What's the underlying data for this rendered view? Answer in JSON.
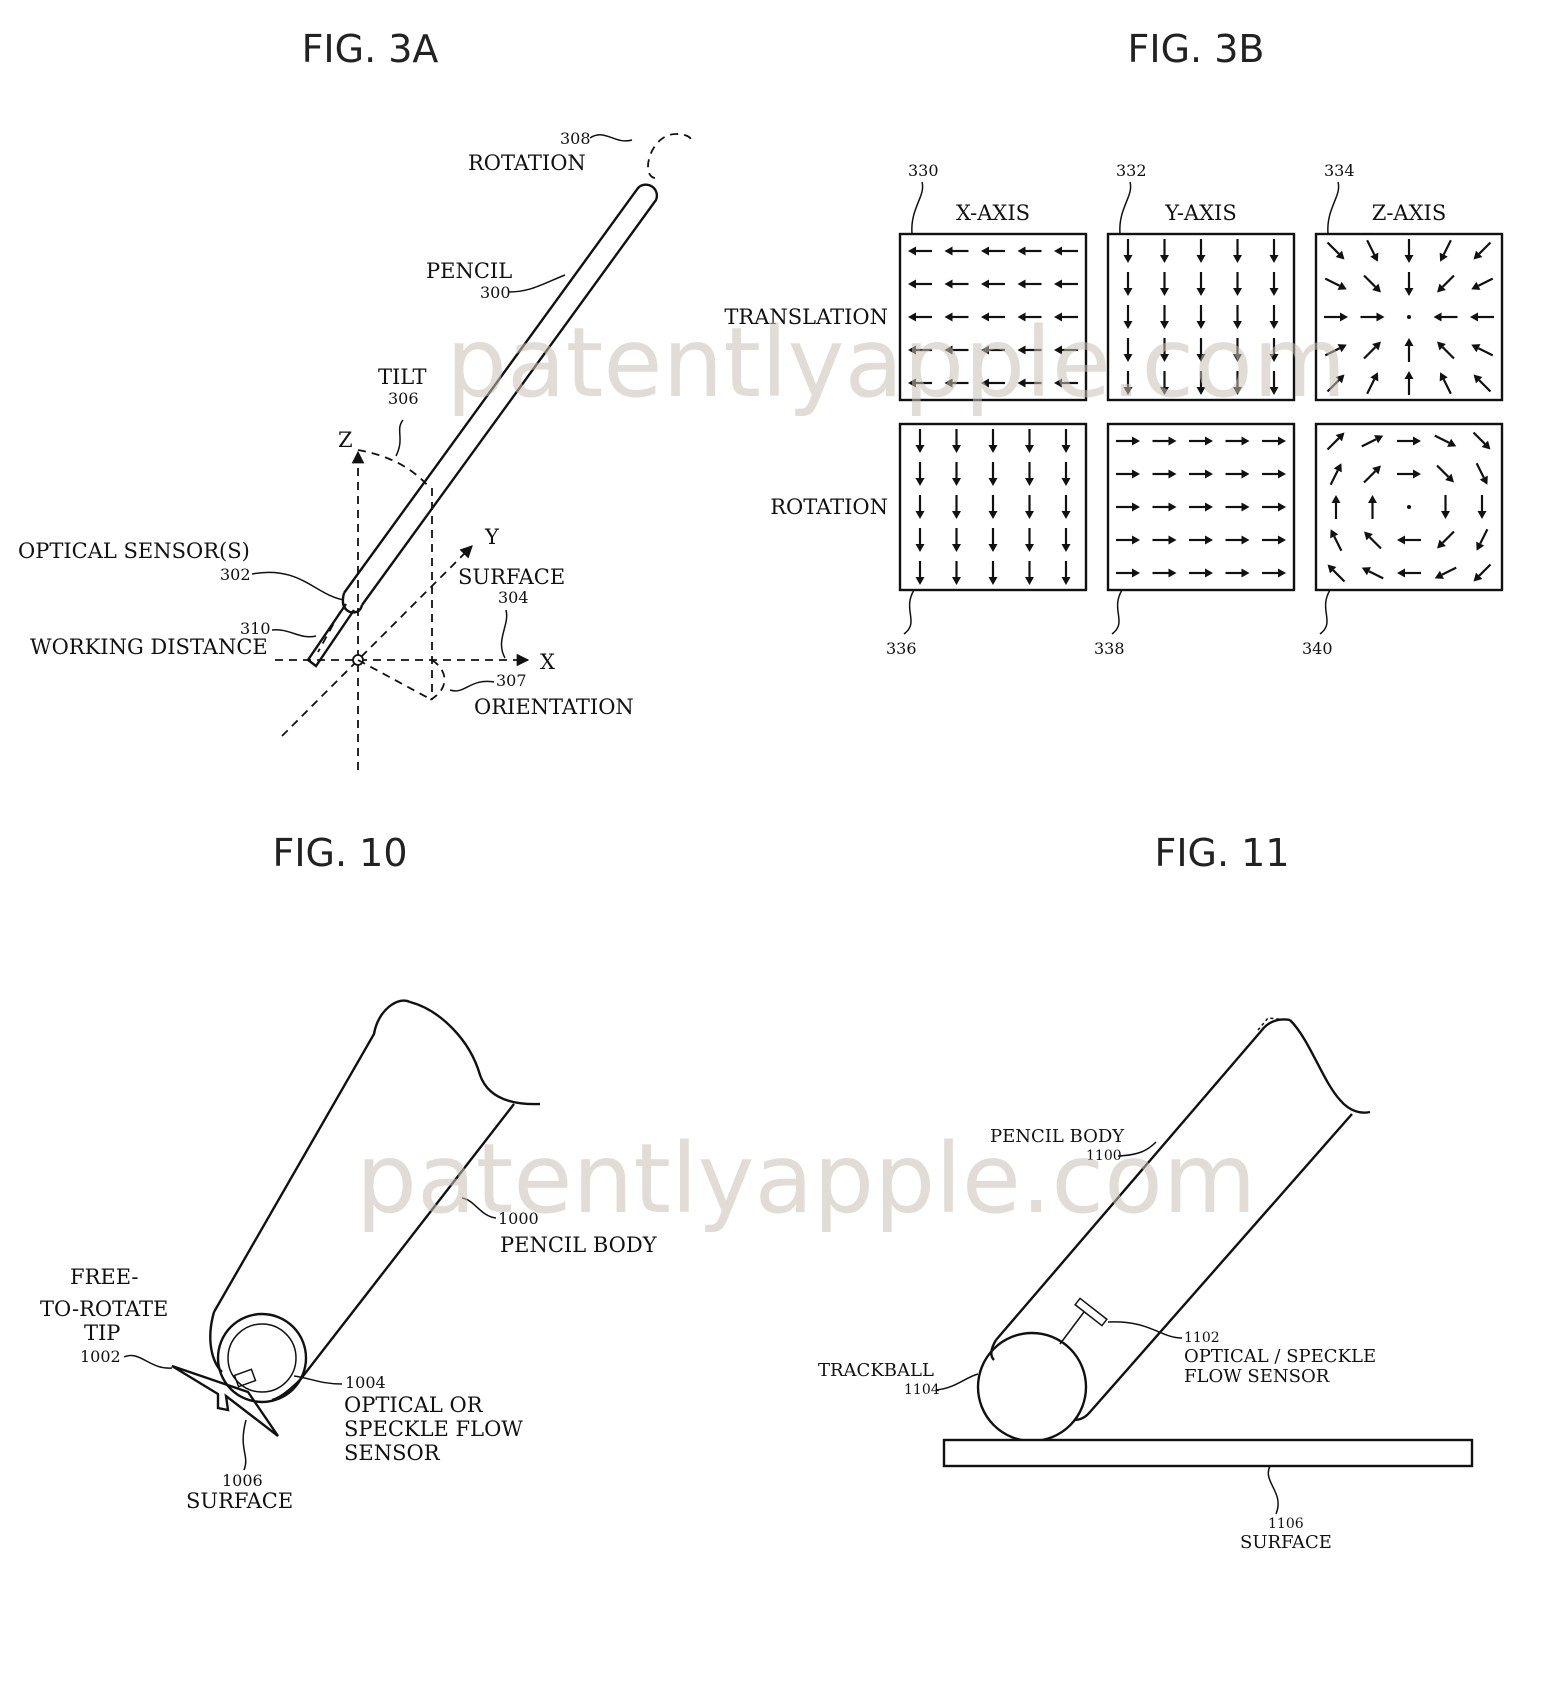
{
  "figures": {
    "fig3a": {
      "title": "FIG. 3A",
      "labels": {
        "rotation_num": "308",
        "rotation": "ROTATION",
        "pencil": "PENCIL",
        "pencil_num": "300",
        "tilt": "TILT",
        "tilt_num": "306",
        "z": "Z",
        "y": "Y",
        "x": "X",
        "optical_sensor": "OPTICAL SENSOR(S)",
        "optical_sensor_num": "302",
        "surface": "SURFACE",
        "surface_num": "304",
        "working_num": "310",
        "working_distance": "WORKING DISTANCE",
        "orientation_num": "307",
        "orientation": "ORIENTATION"
      }
    },
    "fig3b": {
      "title": "FIG. 3B",
      "columns": [
        "X-AXIS",
        "Y-AXIS",
        "Z-AXIS"
      ],
      "rows": [
        "TRANSLATION",
        "ROTATION"
      ],
      "top_nums": [
        "330",
        "332",
        "334"
      ],
      "bottom_nums": [
        "336",
        "338",
        "340"
      ],
      "panels": [
        {
          "row": 0,
          "col": 0,
          "field": "left"
        },
        {
          "row": 0,
          "col": 1,
          "field": "down"
        },
        {
          "row": 0,
          "col": 2,
          "field": "converge"
        },
        {
          "row": 1,
          "col": 0,
          "field": "down"
        },
        {
          "row": 1,
          "col": 1,
          "field": "right"
        },
        {
          "row": 1,
          "col": 2,
          "field": "swirl"
        }
      ]
    },
    "fig10": {
      "title": "FIG. 10",
      "labels": {
        "body_num": "1000",
        "body": "PENCIL BODY",
        "tip1": "FREE-",
        "tip2": "TO-ROTATE",
        "tip3": "TIP",
        "tip_num": "1002",
        "sensor_num": "1004",
        "sensor1": "OPTICAL OR",
        "sensor2": "SPECKLE FLOW",
        "sensor3": "SENSOR",
        "surface_num": "1006",
        "surface": "SURFACE"
      }
    },
    "fig11": {
      "title": "FIG. 11",
      "labels": {
        "body": "PENCIL BODY",
        "body_num": "1100",
        "sensor_num": "1102",
        "sensor1": "OPTICAL / SPECKLE",
        "sensor2": "FLOW SENSOR",
        "trackball": "TRACKBALL",
        "trackball_num": "1104",
        "surface_num": "1106",
        "surface": "SURFACE"
      }
    }
  },
  "watermark": "patentlyapple.com"
}
